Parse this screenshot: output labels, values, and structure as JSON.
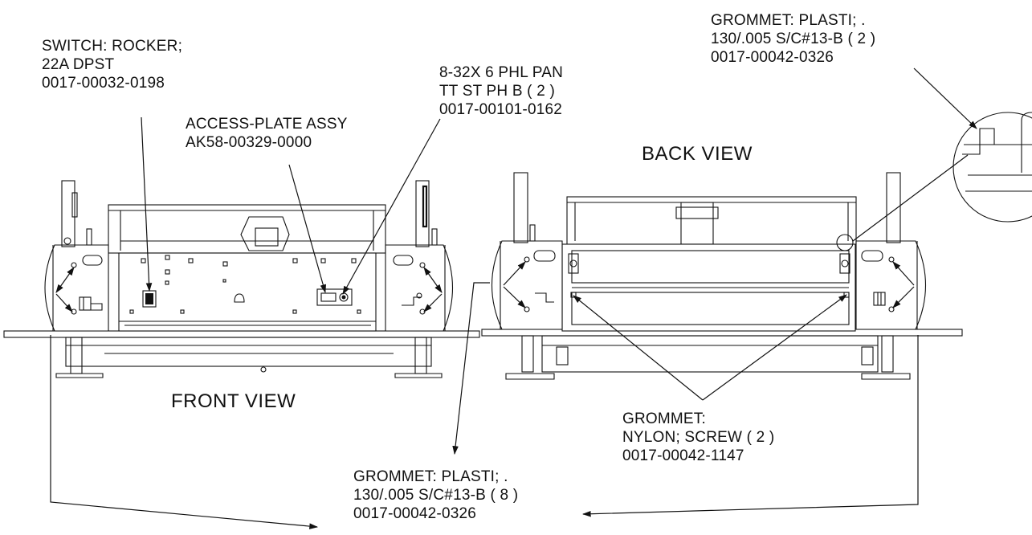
{
  "views": {
    "front": "FRONT VIEW",
    "back": "BACK VIEW"
  },
  "callouts": {
    "switch": [
      "SWITCH: ROCKER;",
      "22A DPST",
      "0017-00032-0198"
    ],
    "access_plate": [
      "ACCESS-PLATE ASSY",
      "AK58-00329-0000"
    ],
    "screw": [
      "8-32X 6 PHL PAN",
      "TT ST PH B ( 2 )",
      "0017-00101-0162"
    ],
    "grommet_top": [
      "GROMMET: PLASTI; .",
      "130/.005 S/C#13-B ( 2 )",
      "0017-00042-0326"
    ],
    "grommet_nylon": [
      "GROMMET:",
      "NYLON; SCREW ( 2 )",
      "0017-00042-1147"
    ],
    "grommet_bottom": [
      "GROMMET: PLASTI; .",
      "130/.005 S/C#13-B ( 8 )",
      "0017-00042-0326"
    ]
  }
}
